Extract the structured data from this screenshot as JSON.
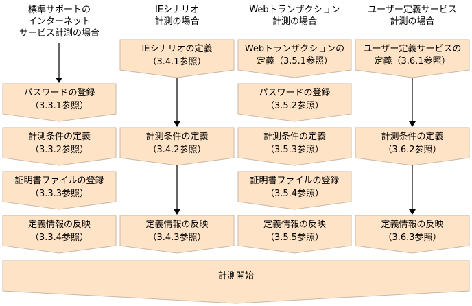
{
  "colors": {
    "box_fill": "#ffe3c6",
    "box_stroke": "#c8b8a8",
    "arrow": "#000000"
  },
  "columns": [
    {
      "heading": [
        "標準サポートの",
        "インターネット",
        "サービス計測の場合"
      ],
      "steps": [
        {
          "title": "パスワードの登録",
          "ref": "（3.3.1参照）"
        },
        {
          "title": "計測条件の定義",
          "ref": "（3.3.2参照）"
        },
        {
          "title": "証明書ファイルの登録",
          "ref": "（3.3.3参照）"
        },
        {
          "title": "定義情報の反映",
          "ref": "（3.3.4参照）"
        }
      ]
    },
    {
      "heading": [
        "IEシナリオ",
        "計測の場合"
      ],
      "steps": [
        {
          "title": "IEシナリオの定義",
          "ref": "（3.4.1参照）"
        },
        {
          "title": "計測条件の定義",
          "ref": "（3.4.2参照）"
        },
        {
          "title": "定義情報の反映",
          "ref": "（3.4.3参照）"
        }
      ]
    },
    {
      "heading": [
        "Webトランザクション",
        "計測の場合"
      ],
      "steps": [
        {
          "title": "Webトランザクションの",
          "title2": "定義",
          "ref": "（3.5.1参照）"
        },
        {
          "title": "パスワードの登録",
          "ref": "（3.5.2参照）"
        },
        {
          "title": "計測条件の定義",
          "ref": "（3.5.3参照）"
        },
        {
          "title": "証明書ファイルの登録",
          "ref": "（3.5.4参照）"
        },
        {
          "title": "定義情報の反映",
          "ref": "（3.5.5参照）"
        }
      ]
    },
    {
      "heading": [
        "ユーザー定義サービス",
        "計測の場合"
      ],
      "steps": [
        {
          "title": "ユーザー定義サービスの",
          "title2": "定義",
          "ref": "（3.6.1参照）"
        },
        {
          "title": "計測条件の定義",
          "ref": "（3.6.2参照）"
        },
        {
          "title": "定義情報の反映",
          "ref": "（3.6.3参照）"
        }
      ]
    }
  ],
  "final_step": "計測開始"
}
